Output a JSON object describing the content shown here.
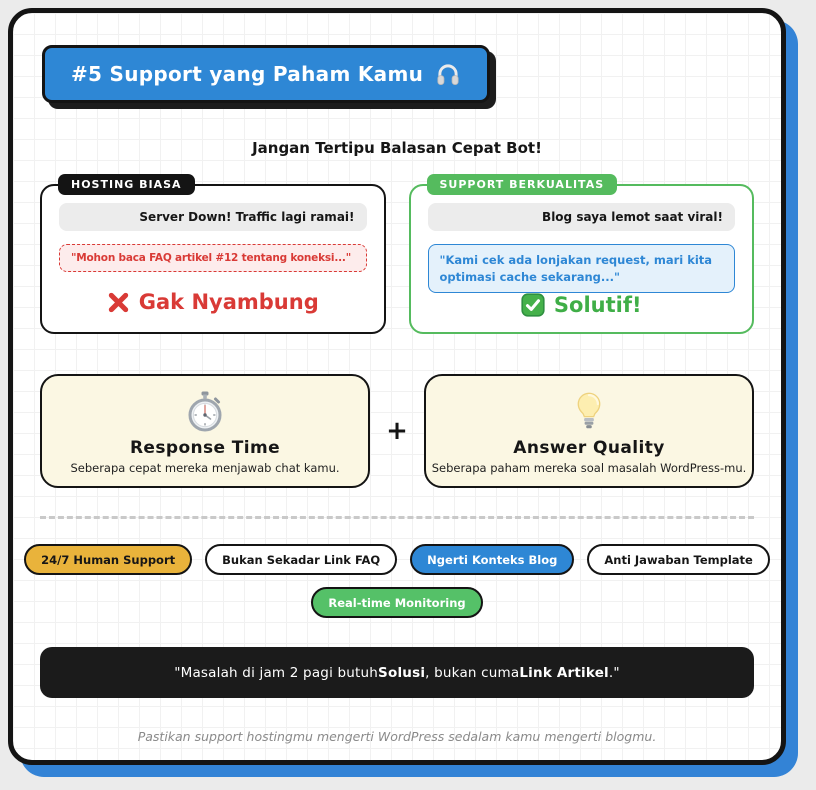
{
  "colors": {
    "accent_blue": "#2e87d5",
    "frame_shadow_blue": "#3383d6",
    "bad_red": "#d93a36",
    "bad_red_bg": "#fdecec",
    "good_green": "#55bb5e",
    "verdict_green": "#3fae47",
    "badge_yellow": "#e9b33b",
    "badge_green": "#55c168",
    "metric_cream": "#fbf7e3",
    "bubble_gray": "#ececec",
    "banner_black": "#1b1b1b"
  },
  "header": {
    "title": "#5 Support yang Paham Kamu",
    "title_icon": "headphones-icon",
    "subtitle": "Jangan Tertipu Balasan Cepat Bot!"
  },
  "comparison": {
    "bad": {
      "label": "HOSTING BIASA",
      "customer_message": "Server Down! Traffic lagi ramai!",
      "reply": "\"Mohon baca FAQ artikel #12 tentang koneksi...\"",
      "verdict_icon": "x-icon",
      "verdict": "Gak Nyambung"
    },
    "good": {
      "label": "SUPPORT BERKUALITAS",
      "customer_message": "Blog saya lemot saat viral!",
      "reply": "\"Kami cek ada lonjakan request, mari kita optimasi cache sekarang...\"",
      "verdict_icon": "check-icon",
      "verdict": "Solutif!"
    }
  },
  "metrics": {
    "left": {
      "icon": "stopwatch-icon",
      "title": "Response Time",
      "description": "Seberapa cepat mereka menjawab chat kamu."
    },
    "plus": "+",
    "right": {
      "icon": "lightbulb-icon",
      "title": "Answer Quality",
      "description": "Seberapa paham mereka soal masalah WordPress-mu."
    }
  },
  "badges": [
    {
      "label": "24/7 Human Support",
      "color": "#e9b33b",
      "text_color": "#141414"
    },
    {
      "label": "Bukan Sekadar Link FAQ",
      "color": "#ffffff",
      "text_color": "#141414"
    },
    {
      "label": "Ngerti Konteks Blog",
      "color": "#2e87d5",
      "text_color": "#ffffff"
    },
    {
      "label": "Anti Jawaban Template",
      "color": "#ffffff",
      "text_color": "#141414"
    },
    {
      "label": "Real-time Monitoring",
      "color": "#55c168",
      "text_color": "#ffffff"
    }
  ],
  "banner": {
    "part1": "\"Masalah di jam 2 pagi butuh ",
    "bold1": "Solusi",
    "part2": ", bukan cuma ",
    "bold2": "Link Artikel",
    "part3": ".\""
  },
  "footer": "Pastikan support hostingmu mengerti WordPress sedalam kamu mengerti blogmu."
}
